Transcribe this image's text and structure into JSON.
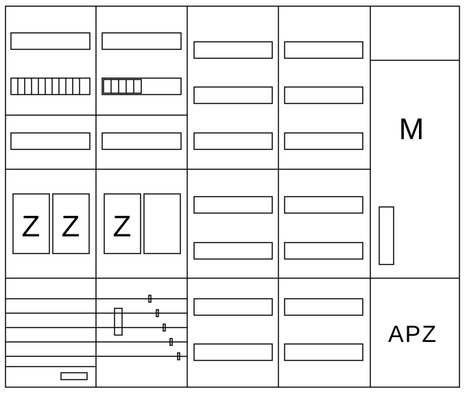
{
  "diagram": {
    "colors": {
      "stroke": "#000000",
      "background": "#ffffff"
    },
    "meter_labels": [
      "Z",
      "Z",
      "Z"
    ],
    "main_label": "M",
    "apz_label": "APZ"
  }
}
